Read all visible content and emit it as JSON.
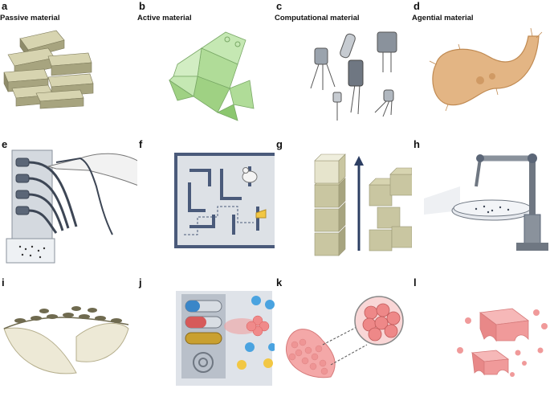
{
  "panels": [
    {
      "letter": "a",
      "title": "Passive material"
    },
    {
      "letter": "b",
      "title": "Active material"
    },
    {
      "letter": "c",
      "title": "Computational material"
    },
    {
      "letter": "d",
      "title": "Agential material"
    },
    {
      "letter": "e",
      "title": ""
    },
    {
      "letter": "f",
      "title": ""
    },
    {
      "letter": "g",
      "title": ""
    },
    {
      "letter": "h",
      "title": ""
    },
    {
      "letter": "i",
      "title": ""
    },
    {
      "letter": "j",
      "title": ""
    },
    {
      "letter": "k",
      "title": ""
    },
    {
      "letter": "l",
      "title": ""
    }
  ],
  "colors": {
    "khaki": "#c9c6a1",
    "khaki_dark": "#8f8c6a",
    "green_origami": "#b6e0a0",
    "navy": "#4a5a7a",
    "pink": "#f09a9a",
    "tan": "#e3b584"
  },
  "icons": [
    "stone-blocks",
    "origami-frog",
    "transistors",
    "worm",
    "electrode-hand",
    "maze-mouse",
    "stacked-cubes",
    "robot-arm",
    "ant-bridge",
    "cell-sorting",
    "cell-sphere",
    "tissue-construct"
  ]
}
